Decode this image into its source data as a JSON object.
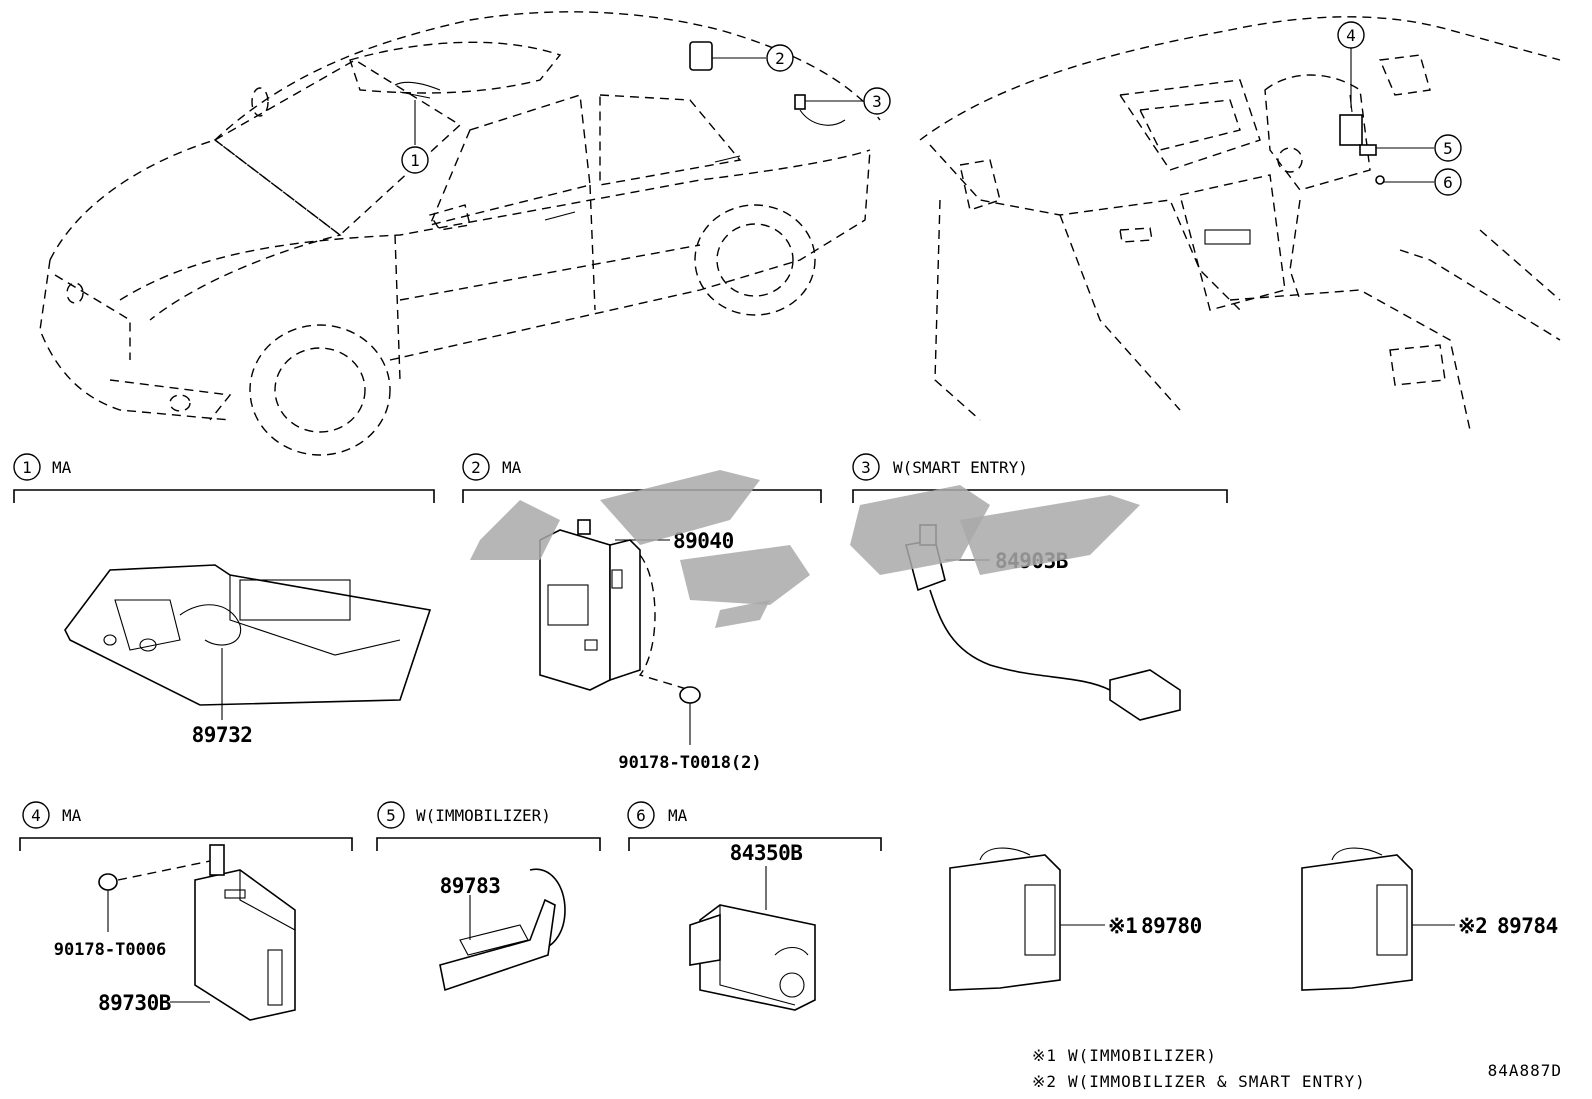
{
  "callouts": [
    "1",
    "2",
    "3",
    "4",
    "5",
    "6"
  ],
  "sections": [
    {
      "num": "1",
      "label": "MA"
    },
    {
      "num": "2",
      "label": "MA"
    },
    {
      "num": "3",
      "label": "W(SMART ENTRY)"
    },
    {
      "num": "4",
      "label": "MA"
    },
    {
      "num": "5",
      "label": "W(IMMOBILIZER)"
    },
    {
      "num": "6",
      "label": "MA"
    }
  ],
  "parts": {
    "p89732": "89732",
    "p89040": "89040",
    "p90178_t0018": "90178-T0018(2)",
    "p84903b": "84903B",
    "p90178_t0006": "90178-T0006",
    "p89730b": "89730B",
    "p89783": "89783",
    "p84350b": "84350B",
    "p89780": "89780",
    "p89784": "89784"
  },
  "marks": {
    "m1": "※1",
    "m2": "※2"
  },
  "notes": [
    {
      "mark": "※1",
      "text": "W(IMMOBILIZER)"
    },
    {
      "mark": "※2",
      "text": "W(IMMOBILIZER & SMART ENTRY)"
    }
  ],
  "diagram_code": "84A887D"
}
